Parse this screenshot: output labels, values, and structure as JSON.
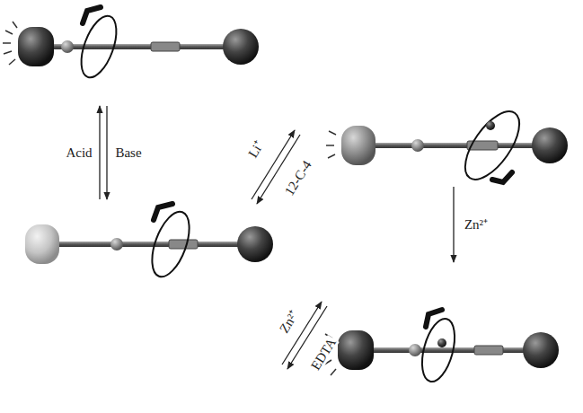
{
  "diagram": {
    "labels": [
      "Acid",
      "Base",
      "Li⁺",
      "12-C-4",
      "Zn²⁺",
      "Zn²⁺",
      "EDTA"
    ]
  }
}
